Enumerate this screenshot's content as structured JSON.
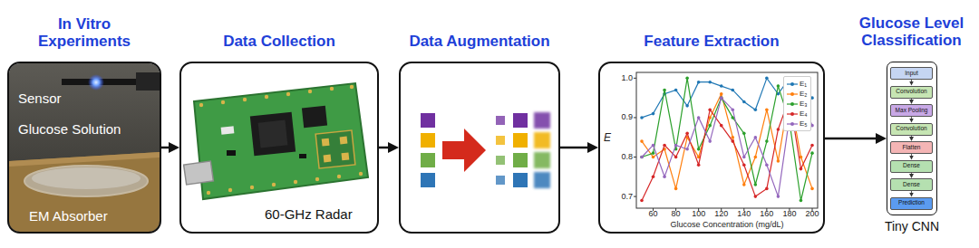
{
  "diagram": {
    "nodes": [
      {
        "text": [
          "In Vitro Experiments"
        ]
      },
      {
        "text": [
          "Data Collection"
        ]
      },
      {
        "text": [
          "Data Augmentation"
        ]
      },
      {
        "text": [
          "Feature Extraction"
        ]
      },
      {
        "text": [
          "Glucose Level Classification"
        ]
      },
      {
        "text": [
          "Input"
        ],
        "in": 4
      },
      {
        "text": [
          "Convolution"
        ],
        "in": 4
      },
      {
        "text": [
          "Max Pooling"
        ],
        "in": 4
      },
      {
        "text": [
          "Convolution"
        ],
        "in": 4
      },
      {
        "text": [
          "Flatten"
        ],
        "in": 4
      },
      {
        "text": [
          "Dense"
        ],
        "in": 4
      },
      {
        "text": [
          "Dense"
        ],
        "in": 4
      },
      {
        "text": [
          "Prediction"
        ],
        "in": 4
      }
    ],
    "edges": [
      {
        "from": 0,
        "to": 1,
        "arrow": "to"
      },
      {
        "from": 1,
        "to": 2,
        "arrow": "to"
      },
      {
        "from": 2,
        "to": 3,
        "arrow": "to"
      },
      {
        "from": 3,
        "to": 4,
        "arrow": "to"
      },
      {
        "from": 5,
        "to": 6,
        "arrow": "to"
      },
      {
        "from": 6,
        "to": 7,
        "arrow": "to"
      },
      {
        "from": 7,
        "to": 8,
        "arrow": "to"
      },
      {
        "from": 8,
        "to": 9,
        "arrow": "to"
      },
      {
        "from": 9,
        "to": 10,
        "arrow": "to"
      },
      {
        "from": 10,
        "to": 11,
        "arrow": "to"
      },
      {
        "from": 11,
        "to": 12,
        "arrow": "to"
      }
    ],
    "labels": [
      "Sensor",
      "Glucose Solution",
      "EM Absorber",
      "60-GHz Radar",
      "E",
      "0.7",
      "0.8",
      "0.9",
      "1.0",
      "60",
      "80",
      "100",
      "120",
      "140",
      "160",
      "180",
      "200",
      "Glucose Concentration (mg/dL)",
      "Tiny CNN"
    ],
    "legend": [
      {
        "text": "E₁",
        "color": "#1f77b4"
      },
      {
        "text": "E₂",
        "color": "#ff7f0e"
      },
      {
        "text": "E₃",
        "color": "#2ca02c"
      },
      {
        "text": "E₄",
        "color": "#d62728"
      },
      {
        "text": "E₅",
        "color": "#9467bd"
      }
    ]
  }
}
